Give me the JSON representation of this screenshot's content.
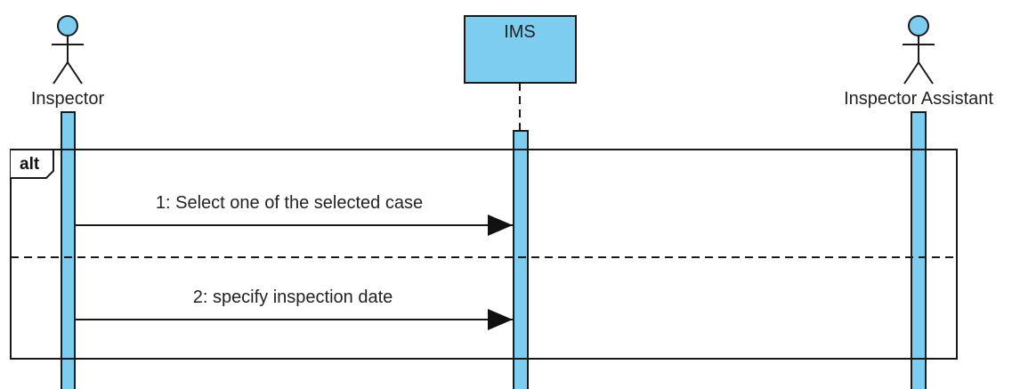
{
  "participants": {
    "inspector": {
      "label": "Inspector",
      "kind": "actor"
    },
    "ims": {
      "label": "IMS",
      "kind": "object"
    },
    "assistant": {
      "label": "Inspector Assistant",
      "kind": "actor"
    }
  },
  "fragment": {
    "operator": "alt"
  },
  "messages": [
    {
      "label": "1: Select one of the selected case",
      "from": "Inspector",
      "to": "IMS"
    },
    {
      "label": "2: specify inspection date",
      "from": "Inspector",
      "to": "IMS"
    }
  ],
  "colors": {
    "fill": "#7ccdf0",
    "stroke": "#1a1a1a"
  }
}
